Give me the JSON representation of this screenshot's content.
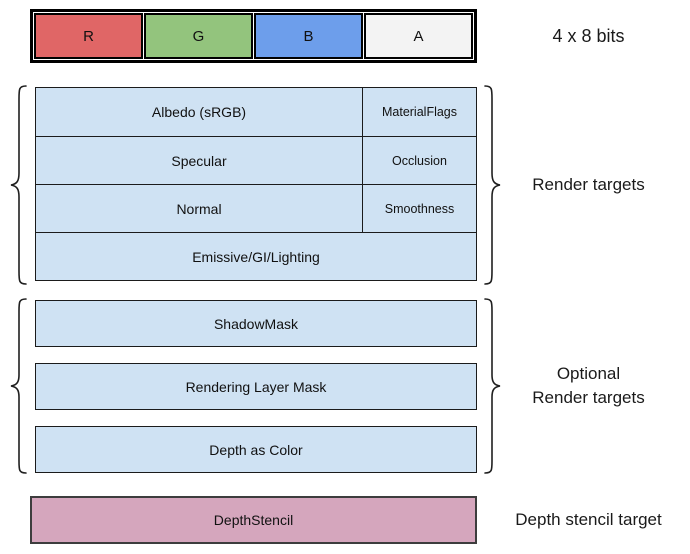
{
  "rgba_bar": {
    "cells": [
      {
        "label": "R",
        "color": "#E06666"
      },
      {
        "label": "G",
        "color": "#93C47D"
      },
      {
        "label": "B",
        "color": "#6D9EEB"
      },
      {
        "label": "A",
        "color": "#F3F3F3"
      }
    ],
    "note": "4 x 8 bits"
  },
  "render_targets": {
    "label": "Render targets",
    "fill_color": "#CFE2F3",
    "rows": [
      {
        "main": "Albedo (sRGB)",
        "alpha": "MaterialFlags"
      },
      {
        "main": "Specular",
        "alpha": "Occlusion"
      },
      {
        "main": "Normal",
        "alpha": "Smoothness"
      },
      {
        "main": "Emissive/GI/Lighting"
      }
    ]
  },
  "optional_render_targets": {
    "label_line1": "Optional",
    "label_line2": "Render targets",
    "fill_color": "#CFE2F3",
    "items": [
      "ShadowMask",
      "Rendering Layer Mask",
      "Depth as Color"
    ]
  },
  "depth_stencil": {
    "box_label": "DepthStencil",
    "side_label": "Depth stencil target",
    "fill_color": "#D5A6BD"
  }
}
